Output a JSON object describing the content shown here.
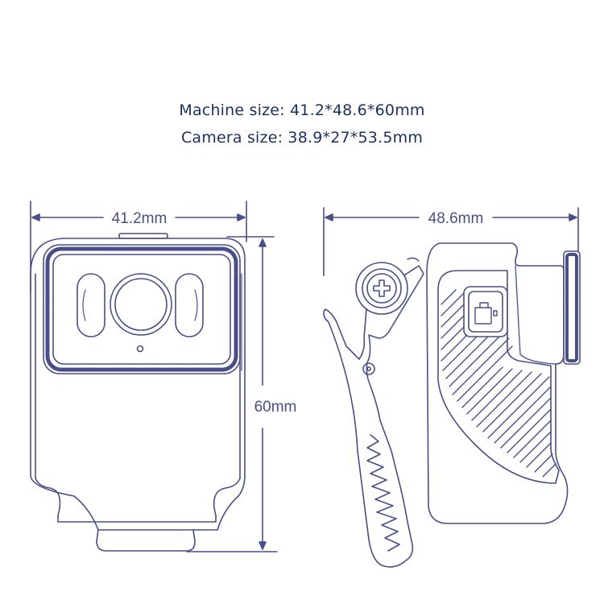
{
  "heading": {
    "machine_size": "Machine size: 41.2*48.6*60mm",
    "camera_size": "Camera size: 38.9*27*53.5mm"
  },
  "dimensions": {
    "front_width": "41.2mm",
    "height": "60mm",
    "side_depth": "48.6mm"
  },
  "colors": {
    "line": "#4a4e88",
    "heading": "#1c2f5e"
  }
}
